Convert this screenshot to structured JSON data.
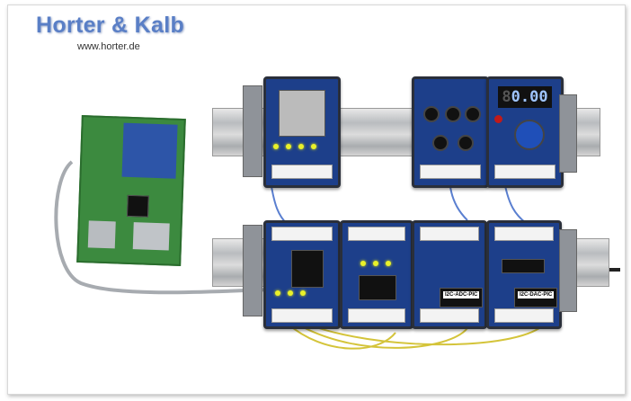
{
  "brand": {
    "name": "Horter & Kalb",
    "url": "www.horter.de"
  },
  "modules": {
    "adc_label": "I2C-ADC-PIC",
    "dac_label": "I2C-DAC-PIC",
    "display": {
      "dim_digit": "8",
      "value": "0.00"
    }
  },
  "colors": {
    "board": "#1d3f8a",
    "logo": "#5a7fc6",
    "pcb": "#3c8a3f"
  }
}
